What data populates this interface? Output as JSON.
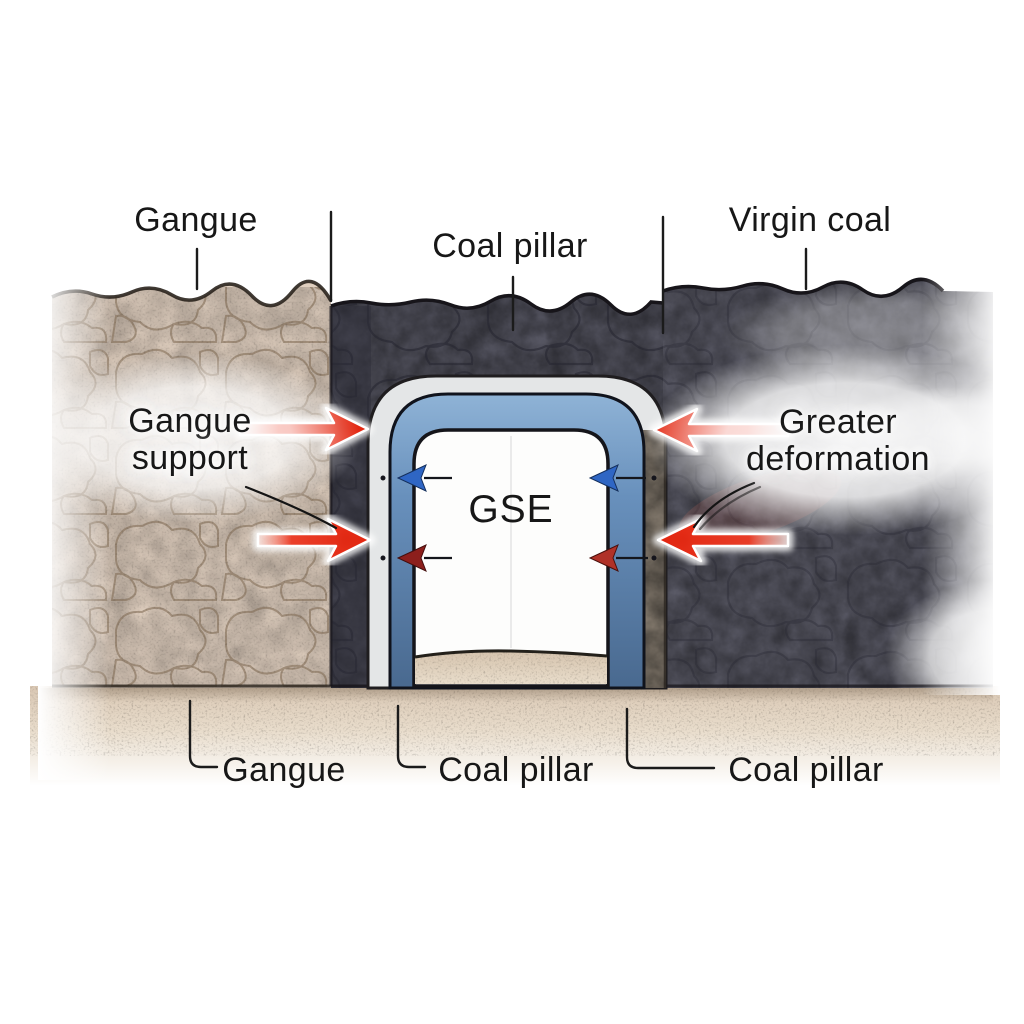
{
  "labels": {
    "top": {
      "gangue": "Gangue",
      "coal_pillar": "Coal pillar",
      "virgin_coal": "Virgin coal"
    },
    "middle": {
      "gangue_support_line1": "Gangue",
      "gangue_support_line2": "support",
      "greater_deformation_line1": "Greater",
      "greater_deformation_line2": "deformation"
    },
    "tunnel": "GSE",
    "bottom": {
      "gangue": "Gangue",
      "coal_pillar_center": "Coal pillar",
      "coal_pillar_right": "Coal pillar"
    }
  },
  "colors": {
    "text": "#171717",
    "arrow_red": "#e62d1b",
    "lining_blue": "#5d85b2",
    "outer_band_gray": "#e4e6e7",
    "coal_gray": "#5c5c69",
    "gangue_beige": "#e0cfbf",
    "floor_beige": "#d9c7b3",
    "bolt_blue": "#2f66c4",
    "bolt_red_left": "#8c1f1c",
    "bolt_red_right": "#b03228"
  }
}
